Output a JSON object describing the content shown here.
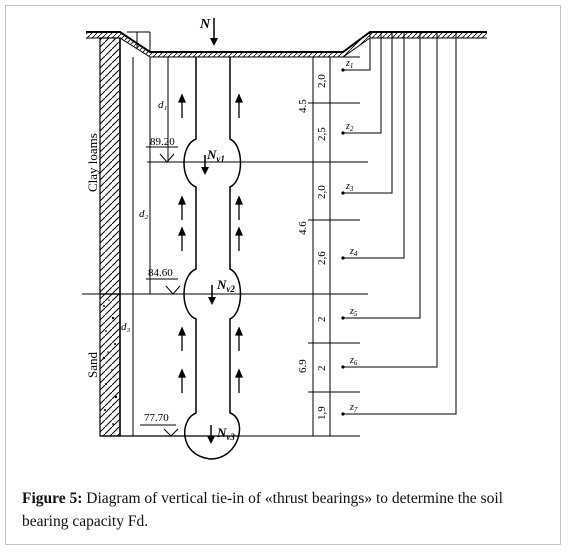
{
  "diagram": {
    "load_label": "N",
    "pile_loads": [
      {
        "main": "N",
        "sub": "v1"
      },
      {
        "main": "N",
        "sub": "v2"
      },
      {
        "main": "N",
        "sub": "v3"
      }
    ],
    "depth_labels": [
      "d₁",
      "d₂",
      "d₃"
    ],
    "elevations": [
      "89.20",
      "84.60",
      "77.70"
    ],
    "layer_names": [
      "Clay loams",
      "Sand"
    ],
    "segment_dims": [
      "2,0",
      "2,5",
      "2,0",
      "2,6",
      "2",
      "2",
      "1,9"
    ],
    "group_dims": [
      "4.5",
      "4.6",
      "6.9"
    ],
    "z_labels": [
      {
        "main": "z",
        "sub": "1"
      },
      {
        "main": "z",
        "sub": "2"
      },
      {
        "main": "z",
        "sub": "3"
      },
      {
        "main": "z",
        "sub": "4"
      },
      {
        "main": "z",
        "sub": "5"
      },
      {
        "main": "z",
        "sub": "6"
      },
      {
        "main": "z",
        "sub": "7"
      }
    ]
  },
  "caption": {
    "label": "Figure 5:",
    "text": " Diagram of vertical tie-in of «thrust bearings» to determine the soil bearing capacity Fd."
  }
}
